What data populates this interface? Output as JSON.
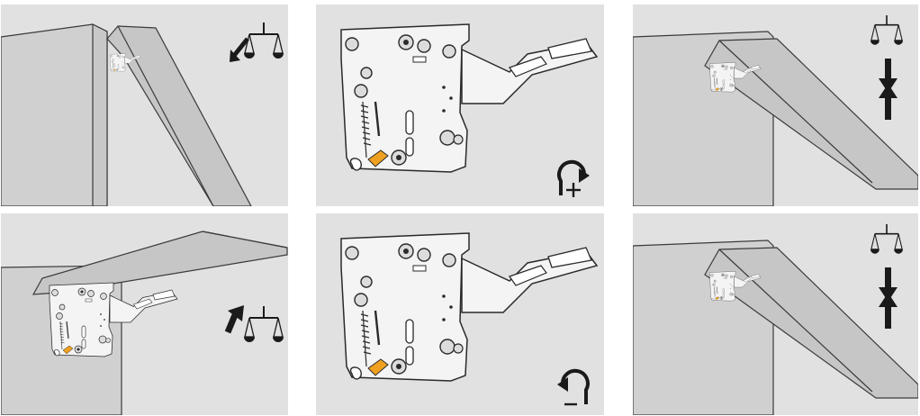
{
  "figure": {
    "panels": [
      {
        "id": "p1",
        "scene": "cabinet-door-open-low",
        "icons": [
          "down-arrow-icon",
          "balance-scale-icon"
        ],
        "meaning": "door-too-heavy"
      },
      {
        "id": "p2",
        "scene": "lift-mechanism-adjust",
        "icons": [
          "rotate-clockwise-plus-icon"
        ],
        "adjustment": "+"
      },
      {
        "id": "p3",
        "scene": "cabinet-door-open-mid",
        "icons": [
          "balance-scale-icon",
          "balanced-arrows-icon"
        ],
        "meaning": "balanced"
      },
      {
        "id": "p4",
        "scene": "cabinet-door-open-high",
        "icons": [
          "up-arrow-icon",
          "balance-scale-icon"
        ],
        "meaning": "door-too-light"
      },
      {
        "id": "p5",
        "scene": "lift-mechanism-adjust",
        "icons": [
          "rotate-counterclockwise-minus-icon"
        ],
        "adjustment": "−"
      },
      {
        "id": "p6",
        "scene": "cabinet-door-open-mid",
        "icons": [
          "balance-scale-icon",
          "balanced-arrows-icon"
        ],
        "meaning": "balanced"
      }
    ],
    "colors": {
      "panel_bg": "#e1e1e1",
      "cabinet": "#d0d0d0",
      "door": "#c6c6c6",
      "outline": "#3a3a3a",
      "mechanism": "#f4f4f4",
      "adjuster": "#f0a020",
      "icon": "#1a1a1a"
    }
  }
}
